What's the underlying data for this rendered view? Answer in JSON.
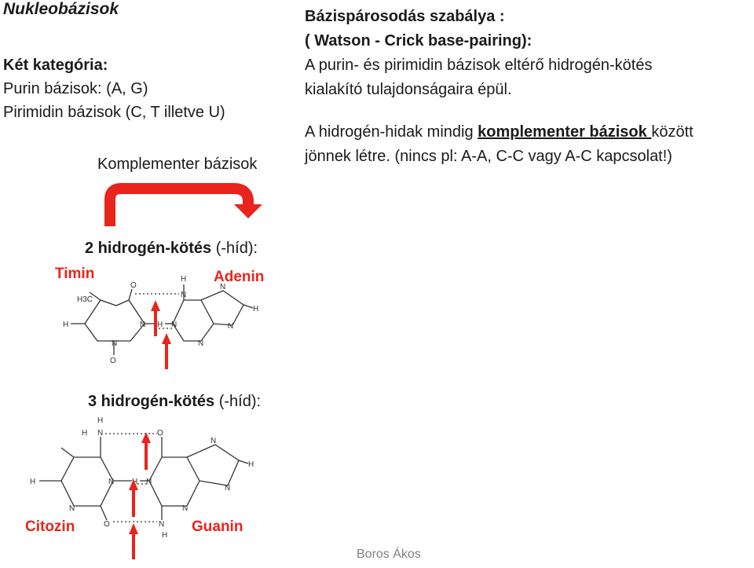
{
  "title": "Nukleobázisok",
  "categories": {
    "heading": "Két kategória:",
    "purin": "Purin bázisok: (A, G)",
    "pirimidin": "Pirimidin bázisok (C, T illetve U)"
  },
  "komplementer_label": "Komplementer bázisok",
  "rule": {
    "heading": "Bázispárosodás szabálya :",
    "subheading": "( Watson - Crick  base-pairing):",
    "line1": "A purin- és pirimidin bázisok eltérő hidrogén-kötés",
    "line2": "kialakító tulajdonságaira épül.",
    "line3_pre": "A hidrogén-hidak mindig ",
    "line3_bold": "komplementer bázisok ",
    "line3_post": "között",
    "line4": "jönnek létre. (nincs pl: A-A, C-C vagy A-C kapcsolat!)"
  },
  "hbond2": {
    "bold": "2 hidrogén-kötés",
    "rest": " (-híd):"
  },
  "hbond3": {
    "bold": "3 hidrogén-kötés",
    "rest": " (-híd):"
  },
  "diagram1": {
    "left_name": "Timin",
    "right_name": "Adenin",
    "left_group": "H3C"
  },
  "diagram2": {
    "left_name": "Citozin",
    "right_name": "Guanin"
  },
  "colors": {
    "arrow": "#e8241c",
    "label_red": "#e8241c"
  },
  "author": "Boros Ákos"
}
